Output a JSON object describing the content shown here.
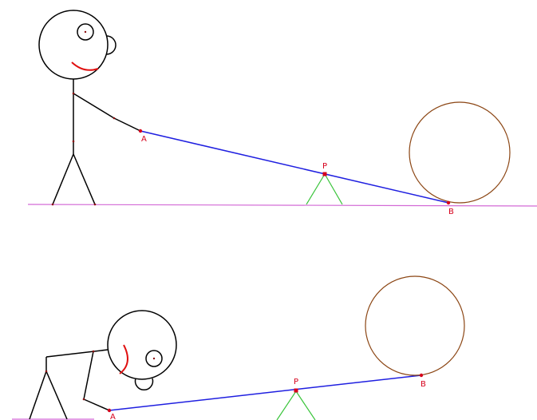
{
  "labels": {
    "a_top": "A",
    "b_top": "B",
    "p_top": "P",
    "a_bottom": "A",
    "b_bottom": "B",
    "p_bottom": "P"
  },
  "colors": {
    "ground": "#d36ad6",
    "lever": "#1f1fe0",
    "fulcrum": "#39c43a",
    "ball": "#8b4513",
    "points": "#d6001c",
    "figure": "#000000",
    "smile": "#e01010"
  }
}
